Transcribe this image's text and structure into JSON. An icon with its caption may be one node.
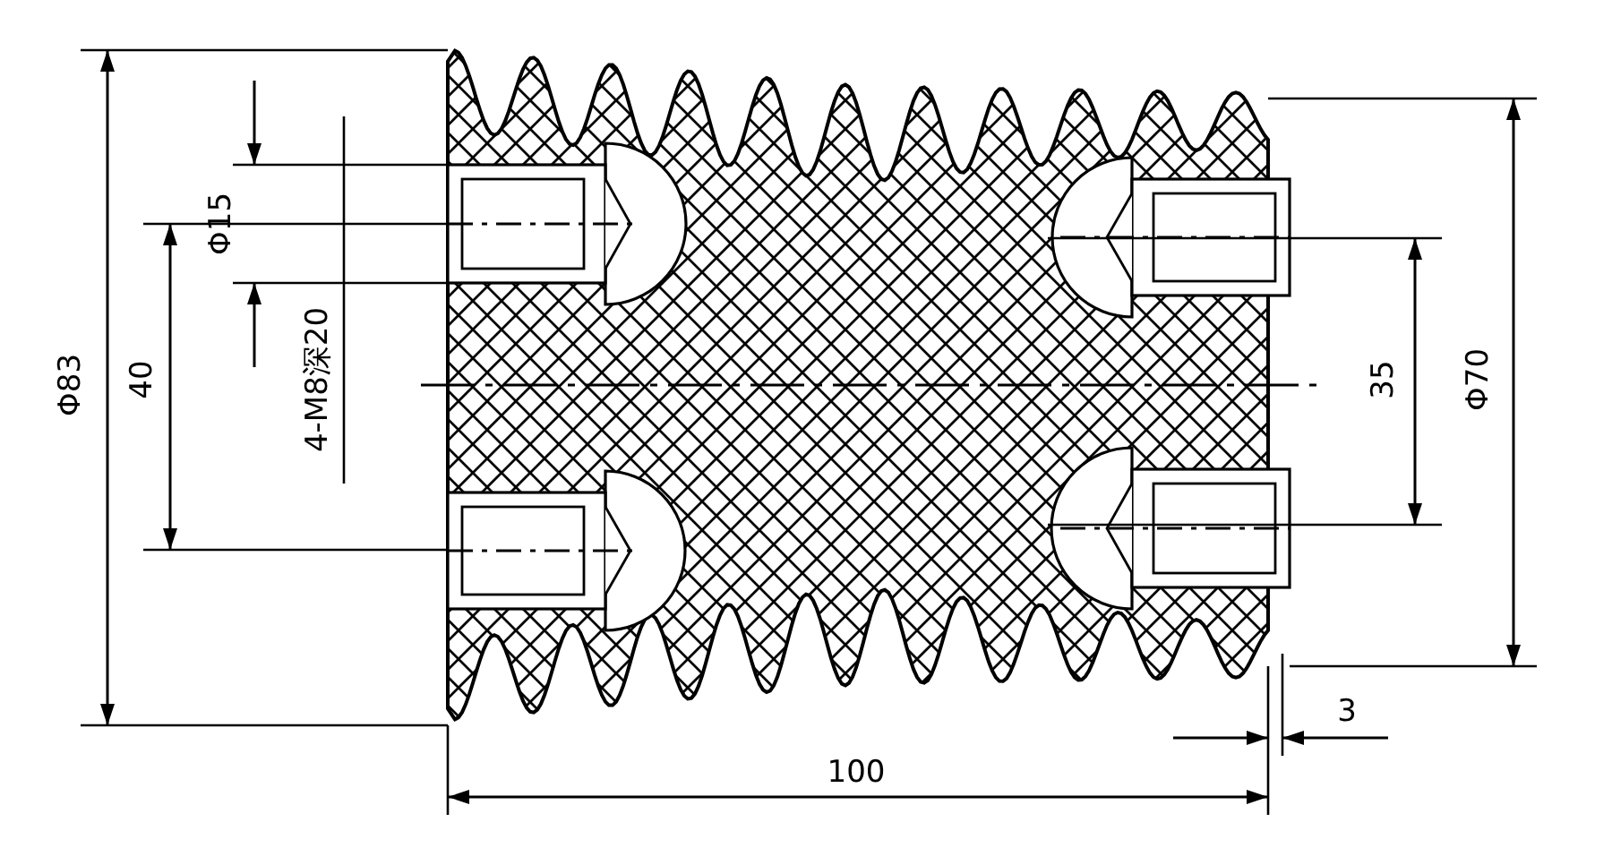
{
  "diagram": {
    "labels": [
      "Φ83",
      "Φ15",
      "4-M8深20",
      "40",
      "35",
      "Φ70",
      "3",
      "100"
    ]
  }
}
